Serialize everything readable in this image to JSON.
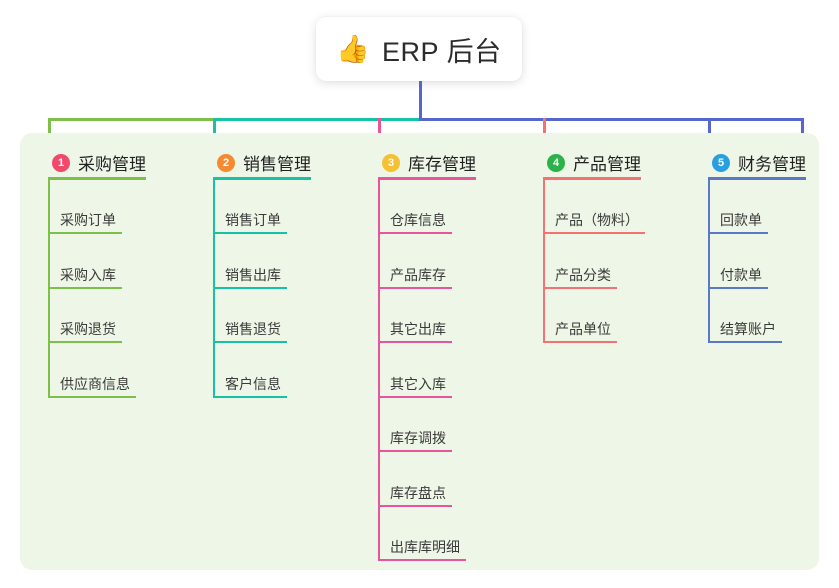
{
  "root": {
    "icon": "thumbs-up-icon",
    "emoji": "👍",
    "title": "ERP 后台"
  },
  "palette": {
    "panel_bg": "#eef7e7",
    "page_bg": "#ffffff",
    "root_stem": "#5566cc",
    "bus_green": "#7cc04a",
    "bus_teal": "#16c2a3",
    "bus_blue": "#5566cc"
  },
  "columns": [
    {
      "index": "1",
      "title": "采购管理",
      "badge_color": "#f2496a",
      "line_color": "#7cc04a",
      "items": [
        "采购订单",
        "采购入库",
        "采购退货",
        "供应商信息"
      ]
    },
    {
      "index": "2",
      "title": "销售管理",
      "badge_color": "#f58a33",
      "line_color": "#16c2a3",
      "items": [
        "销售订单",
        "销售出库",
        "销售退货",
        "客户信息"
      ]
    },
    {
      "index": "3",
      "title": "库存管理",
      "badge_color": "#f5c033",
      "line_color": "#e8559c",
      "items": [
        "仓库信息",
        "产品库存",
        "其它出库",
        "其它入库",
        "库存调拨",
        "库存盘点",
        "出库库明细"
      ]
    },
    {
      "index": "4",
      "title": "产品管理",
      "badge_color": "#2bb34a",
      "line_color": "#f47272",
      "items": [
        "产品（物料）",
        "产品分类",
        "产品单位"
      ]
    },
    {
      "index": "5",
      "title": "财务管理",
      "badge_color": "#2a9fe0",
      "line_color": "#5b78c8",
      "items": [
        "回款单",
        "付款单",
        "结算账户"
      ]
    }
  ]
}
